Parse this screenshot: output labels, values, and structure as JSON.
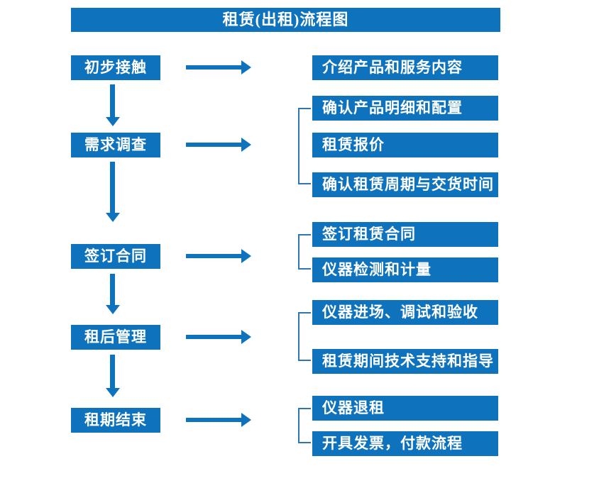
{
  "title": "租赁(出租)流程图",
  "colors": {
    "primary": "#0f72bd",
    "bracket": "#2e75b6",
    "text": "#ffffff"
  },
  "stages": [
    {
      "label": "初步接触",
      "details": [
        "介绍产品和服务内容"
      ]
    },
    {
      "label": "需求调查",
      "details": [
        "确认产品明细和配置",
        "租赁报价",
        "确认租赁周期与交货时间"
      ]
    },
    {
      "label": "签订合同",
      "details": [
        "签订租赁合同",
        "仪器检测和计量"
      ]
    },
    {
      "label": "租后管理",
      "details": [
        "仪器进场、调试和验收",
        "租赁期间技术支持和指导"
      ]
    },
    {
      "label": "租期结束",
      "details": [
        "仪器退租",
        "开具发票，付款流程"
      ]
    }
  ]
}
